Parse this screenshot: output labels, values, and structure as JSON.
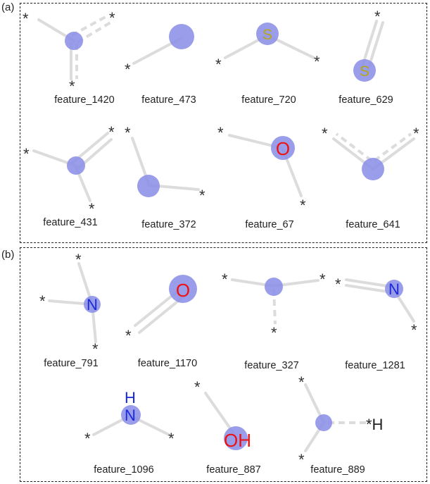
{
  "panels": [
    {
      "label": "(a)",
      "features": [
        "feature_1420",
        "feature_473",
        "feature_720",
        "feature_629",
        "feature_431",
        "feature_372",
        "feature_67",
        "feature_641"
      ]
    },
    {
      "label": "(b)",
      "features": [
        "feature_791",
        "feature_1170",
        "feature_327",
        "feature_1281",
        "feature_1096",
        "feature_887",
        "feature_889"
      ]
    }
  ],
  "atoms": {
    "sulfur": "S",
    "oxygen": "O",
    "nitrogen": "N",
    "hydrogen": "H",
    "hydroxyl": "OH",
    "wildcard": "*",
    "wildcard_h": "*H"
  },
  "colors": {
    "atom_highlight": "#8c8fe6",
    "bond": "#dcdcdc",
    "sulfur": "#b5a816",
    "oxygen": "#ee1111",
    "nitrogen": "#1a2ad8"
  }
}
